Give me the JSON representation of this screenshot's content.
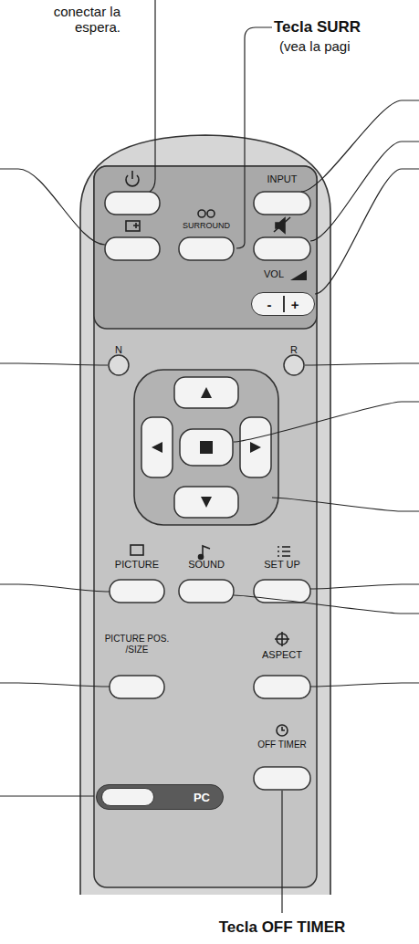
{
  "diagram": {
    "nodes": [
      {
        "text": [
          "-",
          "+"
        ]
      },
      {
        "text": [
          "PC"
        ]
      }
    ],
    "labels": [
      "conectar la espera.",
      "Tecla SURR",
      "(vea la pagi",
      "INPUT",
      "SURROUND",
      "VOL",
      "N",
      "R",
      "PICTURE",
      "SOUND",
      "SET UP",
      "PICTURE POS. /SIZE",
      "ASPECT",
      "OFF TIMER",
      "Tecla OFF TIMER"
    ]
  }
}
